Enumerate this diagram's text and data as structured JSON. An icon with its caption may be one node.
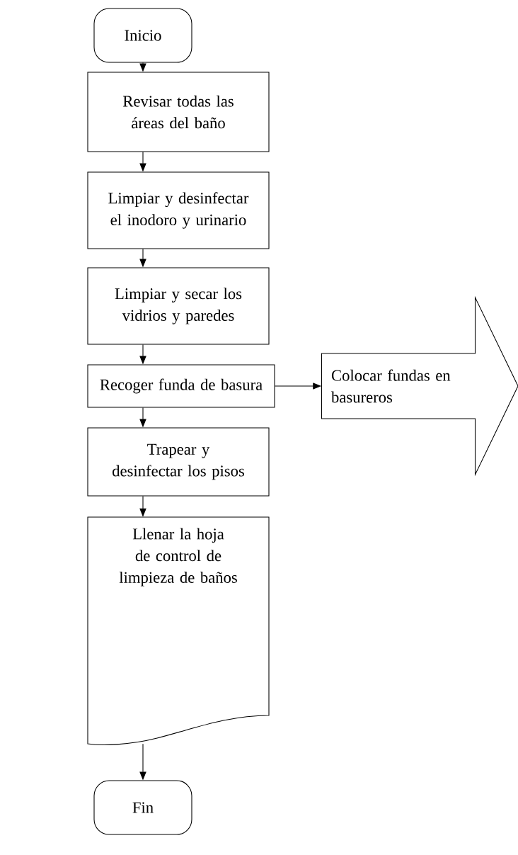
{
  "diagram": {
    "nodes": [
      {
        "text": [
          "Inicio"
        ]
      },
      {
        "text": [
          "Revisar todas las áreas del baño"
        ]
      },
      {
        "text": [
          "Limpiar y desinfectar el inodoro y urinario"
        ]
      },
      {
        "text": [
          "Limpiar y secar los vidrios y paredes"
        ]
      },
      {
        "text": [
          "Recoger funda de basura"
        ]
      },
      {
        "text": [
          "Colocar fundas en basureros"
        ]
      },
      {
        "text": [
          "Trapear y desinfectar los pisos"
        ]
      },
      {
        "text": [
          "Llenar la hoja de control de limpieza de baños"
        ]
      },
      {
        "text": [
          "Fin"
        ]
      }
    ],
    "edges": [
      {
        "from": 0,
        "to": 1,
        "arrow": "to"
      },
      {
        "from": 1,
        "to": 2,
        "arrow": "to"
      },
      {
        "from": 2,
        "to": 3,
        "arrow": "to"
      },
      {
        "from": 3,
        "to": 4,
        "arrow": "to"
      },
      {
        "from": 4,
        "to": 5,
        "arrow": "to"
      },
      {
        "from": 4,
        "to": 6,
        "arrow": "to"
      },
      {
        "from": 6,
        "to": 7,
        "arrow": "to"
      },
      {
        "from": 7,
        "to": 8,
        "arrow": "to"
      }
    ]
  }
}
